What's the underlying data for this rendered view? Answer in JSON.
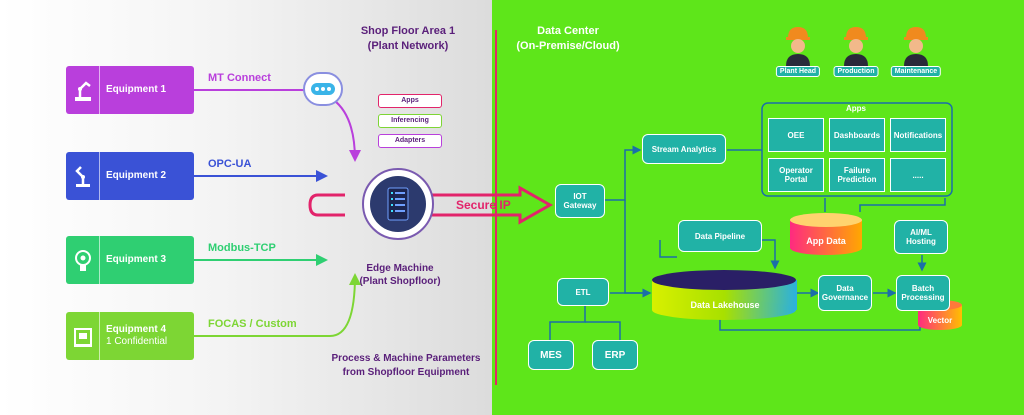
{
  "left": {
    "title_line1": "Shop Floor Area 1",
    "title_line2": "(Plant Network)",
    "equipment": [
      {
        "name": "Equipment 1",
        "sub": "",
        "protocol": "MT Connect",
        "color": "#b93fdc",
        "icon": "robot-arm-icon"
      },
      {
        "name": "Equipment 2",
        "sub": "",
        "protocol": "OPC-UA",
        "color": "#3a52d6",
        "icon": "industrial-robot-icon"
      },
      {
        "name": "Equipment 3",
        "sub": "",
        "protocol": "Modbus-TCP",
        "color": "#2fcf72",
        "icon": "sensor-icon"
      },
      {
        "name": "Equipment 4",
        "sub": "1 Confidential",
        "protocol": "FOCAS / Custom",
        "color": "#7dd634",
        "icon": "machine-icon"
      }
    ],
    "edge_tags": [
      "Apps",
      "Inferencing",
      "Adapters"
    ],
    "edge_machine_line1": "Edge Machine",
    "edge_machine_line2": "(Plant Shopfloor)",
    "footer_line1": "Process & Machine Parameters",
    "footer_line2": "from Shopfloor Equipment",
    "secure_ip": "Secure IP"
  },
  "right": {
    "title_line1": "Data Center",
    "title_line2": "(On-Premise/Cloud)",
    "people": [
      "Plant Head",
      "Production",
      "Maintenance"
    ],
    "apps_label": "Apps",
    "apps": [
      "OEE",
      "Dashboards",
      "Notifications",
      "Operator Portal",
      "Failure Prediction",
      "....."
    ],
    "nodes": {
      "iot_gateway": "IOT Gateway",
      "stream_analytics": "Stream Analytics",
      "data_pipeline": "Data Pipeline",
      "etl": "ETL",
      "data_lakehouse": "Data Lakehouse",
      "data_governance": "Data Governance",
      "batch_processing": "Batch Processing",
      "app_data": "App Data",
      "ai_ml_hosting": "AI/ML Hosting",
      "vector": "Vector",
      "mes": "MES",
      "erp": "ERP"
    }
  },
  "colors": {
    "green": "#5ee61a",
    "teal": "#21b2a6",
    "pink": "#e2246b",
    "purple": "#5a1f7a"
  }
}
